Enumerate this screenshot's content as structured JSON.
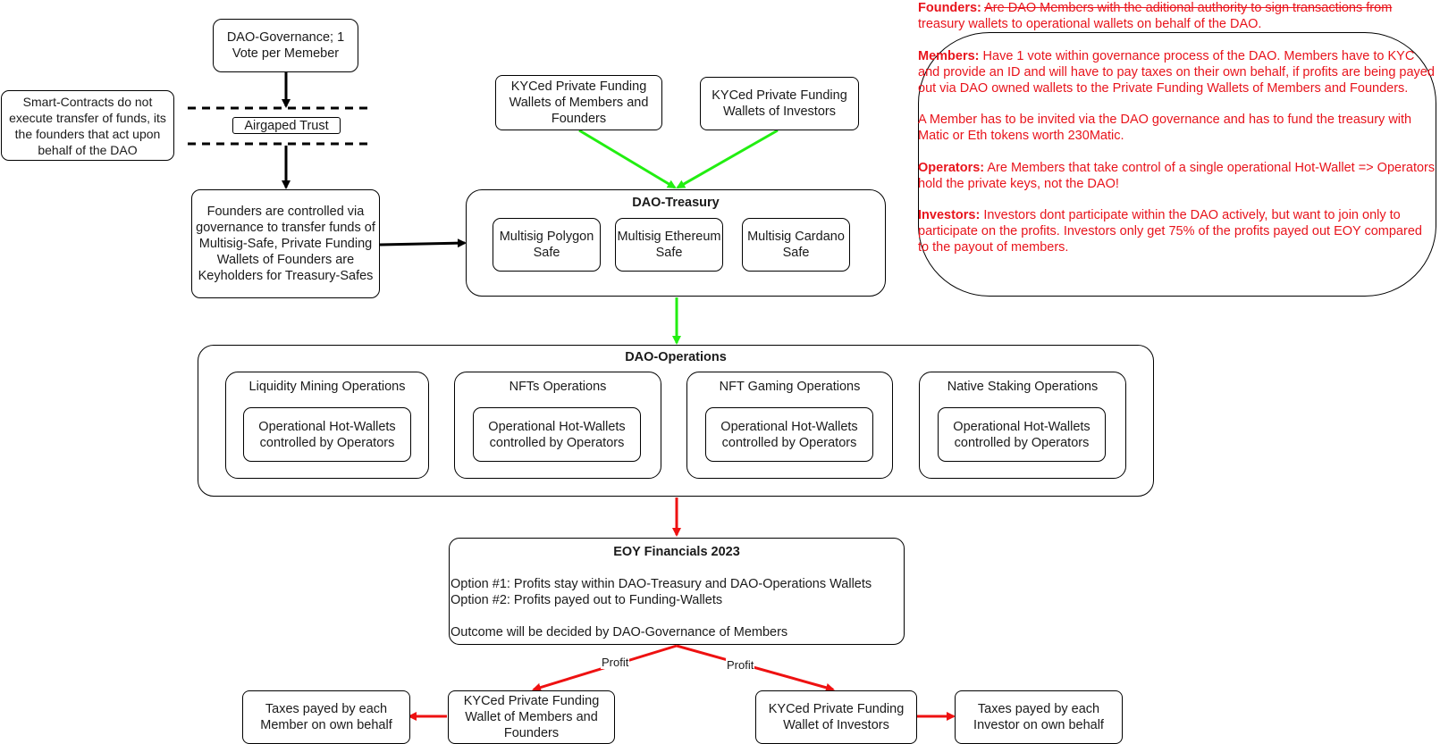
{
  "governance": "DAO-Governance; 1 Vote per Memeber",
  "smart_contracts_note": "Smart-Contracts do not execute transfer of funds, its the founders that act upon behalf of the DAO",
  "airgap": "Airgaped Trust",
  "founders_control": "Founders are controlled via governance to transfer funds of Multisig-Safe, Private Funding Wallets of Founders are Keyholders for Treasury-Safes",
  "funding_members": "KYCed Private Funding Wallets of Members and Founders",
  "funding_investors": "KYCed Private Funding Wallets of Investors",
  "treasury": {
    "title": "DAO-Treasury",
    "safes": [
      "Multisig Polygon Safe",
      "Multisig Ethereum Safe",
      "Multisig Cardano Safe"
    ]
  },
  "operations": {
    "title": "DAO-Operations",
    "groups": [
      {
        "title": "Liquidity Mining Operations",
        "wallet": "Operational Hot-Wallets controlled by Operators"
      },
      {
        "title": "NFTs Operations",
        "wallet": "Operational Hot-Wallets controlled by Operators"
      },
      {
        "title": "NFT Gaming Operations",
        "wallet": "Operational Hot-Wallets controlled by Operators"
      },
      {
        "title": "Native Staking Operations",
        "wallet": "Operational Hot-Wallets controlled by Operators"
      }
    ]
  },
  "financials": {
    "title": "EOY Financials 2023",
    "option1": "Option #1: Profits stay within DAO-Treasury and DAO-Operations Wallets",
    "option2": "Option #2: Profits payed out to Funding-Wallets",
    "outcome": "Outcome will be decided by DAO-Governance of Members"
  },
  "edge_profit_left": "Profit",
  "edge_profit_right": "Profit",
  "payout_members": "KYCed Private Funding Wallet of Members and Founders",
  "payout_investors": "KYCed Private Funding Wallet of Investors",
  "taxes_members": "Taxes payed by each Member on own behalf",
  "taxes_investors": "Taxes payed by each Investor on own behalf",
  "notes": {
    "founders_label": "Founders:",
    "founders_strike": "Are DAO Members with the aditional authority to sign transactions from",
    "founders_text": "treasury wallets to operational wallets on behalf of the DAO.",
    "members_label": "Members:",
    "members_text": "Have 1 vote within governance process of the DAO. Members have to KYC and provide an ID and will have to pay taxes on their own behalf, if profits are being payed out via DAO owned wallets to the Private Funding Wallets of Members and Founders.",
    "invite_text": "A Member has to be invited via the DAO governance and has to fund the treasury with Matic or Eth tokens worth 230Matic.",
    "operators_label": "Operators:",
    "operators_text": "Are Members that take control of a single operational Hot-Wallet => Operators hold the private keys, not the DAO!",
    "investors_label": "Investors:",
    "investors_text": "Investors dont participate within the DAO actively, but want to join only to participate on the profits. Investors only get 75% of the profits payed out EOY compared to the payout of members."
  },
  "colors": {
    "green": "#22ee11",
    "red": "#ee1111",
    "black": "#000000",
    "note_red": "#e8141c"
  }
}
